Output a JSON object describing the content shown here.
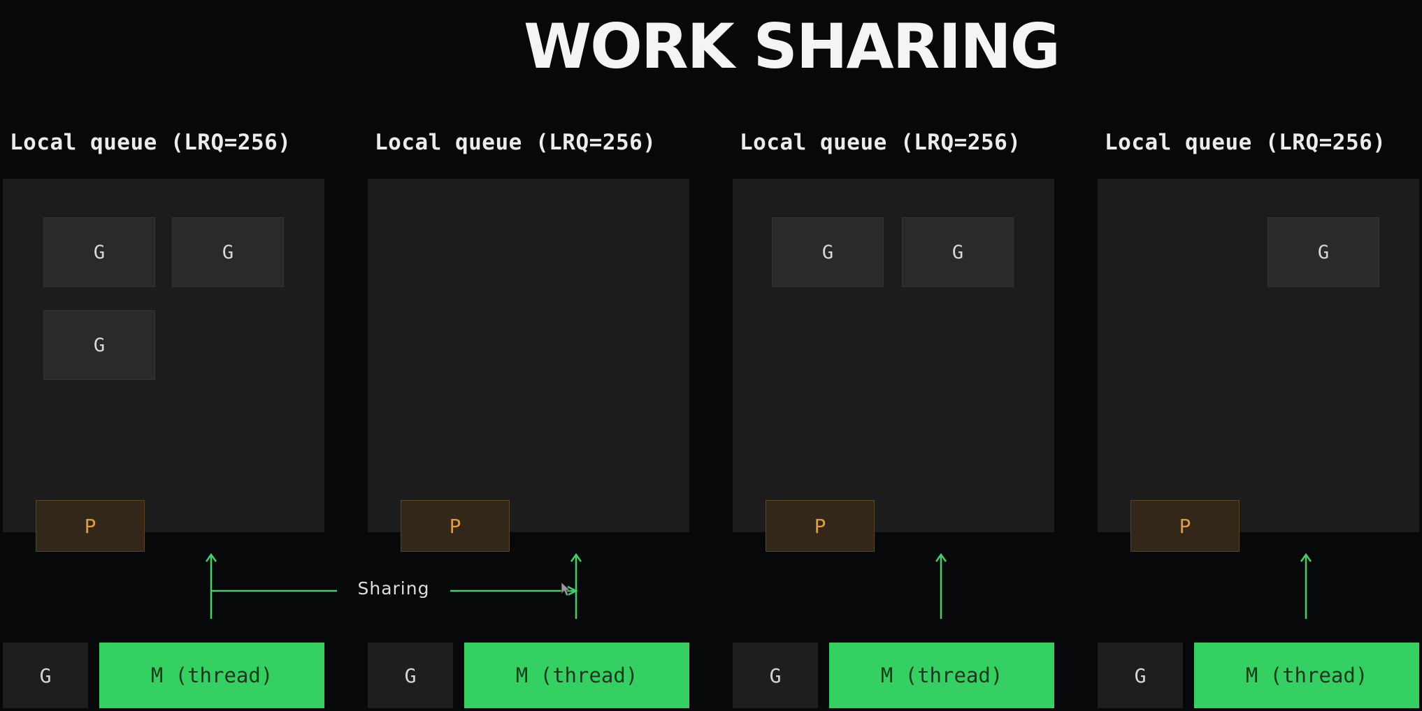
{
  "title": "WORK SHARING",
  "columns": [
    {
      "label": "Local queue (LRQ=256)",
      "goroutines": [
        "G",
        "G",
        "G"
      ],
      "processor": "P",
      "waiting": "G",
      "thread": "M (thread)"
    },
    {
      "label": "Local queue (LRQ=256)",
      "goroutines": [],
      "processor": "P",
      "waiting": "G",
      "thread": "M (thread)"
    },
    {
      "label": "Local queue (LRQ=256)",
      "goroutines": [
        "G",
        "G"
      ],
      "processor": "P",
      "waiting": "G",
      "thread": "M (thread)"
    },
    {
      "label": "Local queue (LRQ=256)",
      "goroutines": [
        "G"
      ],
      "processor": "P",
      "waiting": "G",
      "thread": "M (thread)"
    }
  ],
  "sharing_label": "Sharing",
  "colors": {
    "background": "#070809",
    "queue": "#1c1c1d",
    "goroutine": "#2a2a2c",
    "processor": "#33271a",
    "processor_text": "#e39a3f",
    "thread": "#34d162",
    "arrow": "#3fd06a"
  }
}
